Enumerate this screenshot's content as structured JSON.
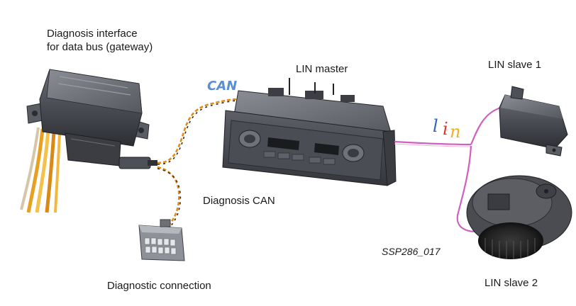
{
  "labels": {
    "gateway": [
      "Diagnosis interface",
      "for data bus (gateway)"
    ],
    "lin_master": "LIN master",
    "lin_slave_1": "LIN slave 1",
    "lin_slave_2": "LIN slave 2",
    "diagnosis_can": "Diagnosis CAN",
    "diagnostic_connection": "Diagnostic connection",
    "figure_code": "SSP286_017"
  },
  "bus_logos": {
    "can": "CAN",
    "lin": "lin"
  },
  "colors": {
    "can_logo": "#5b8fd0",
    "lin_logo_l": "#2e63b8",
    "lin_logo_i": "#e03030",
    "lin_logo_n": "#f0b020",
    "can_wire_orange": "#e08a18",
    "can_wire_dark": "#3a2a1a",
    "lin_wire": "#d060c0",
    "device_body": "#45474d"
  }
}
